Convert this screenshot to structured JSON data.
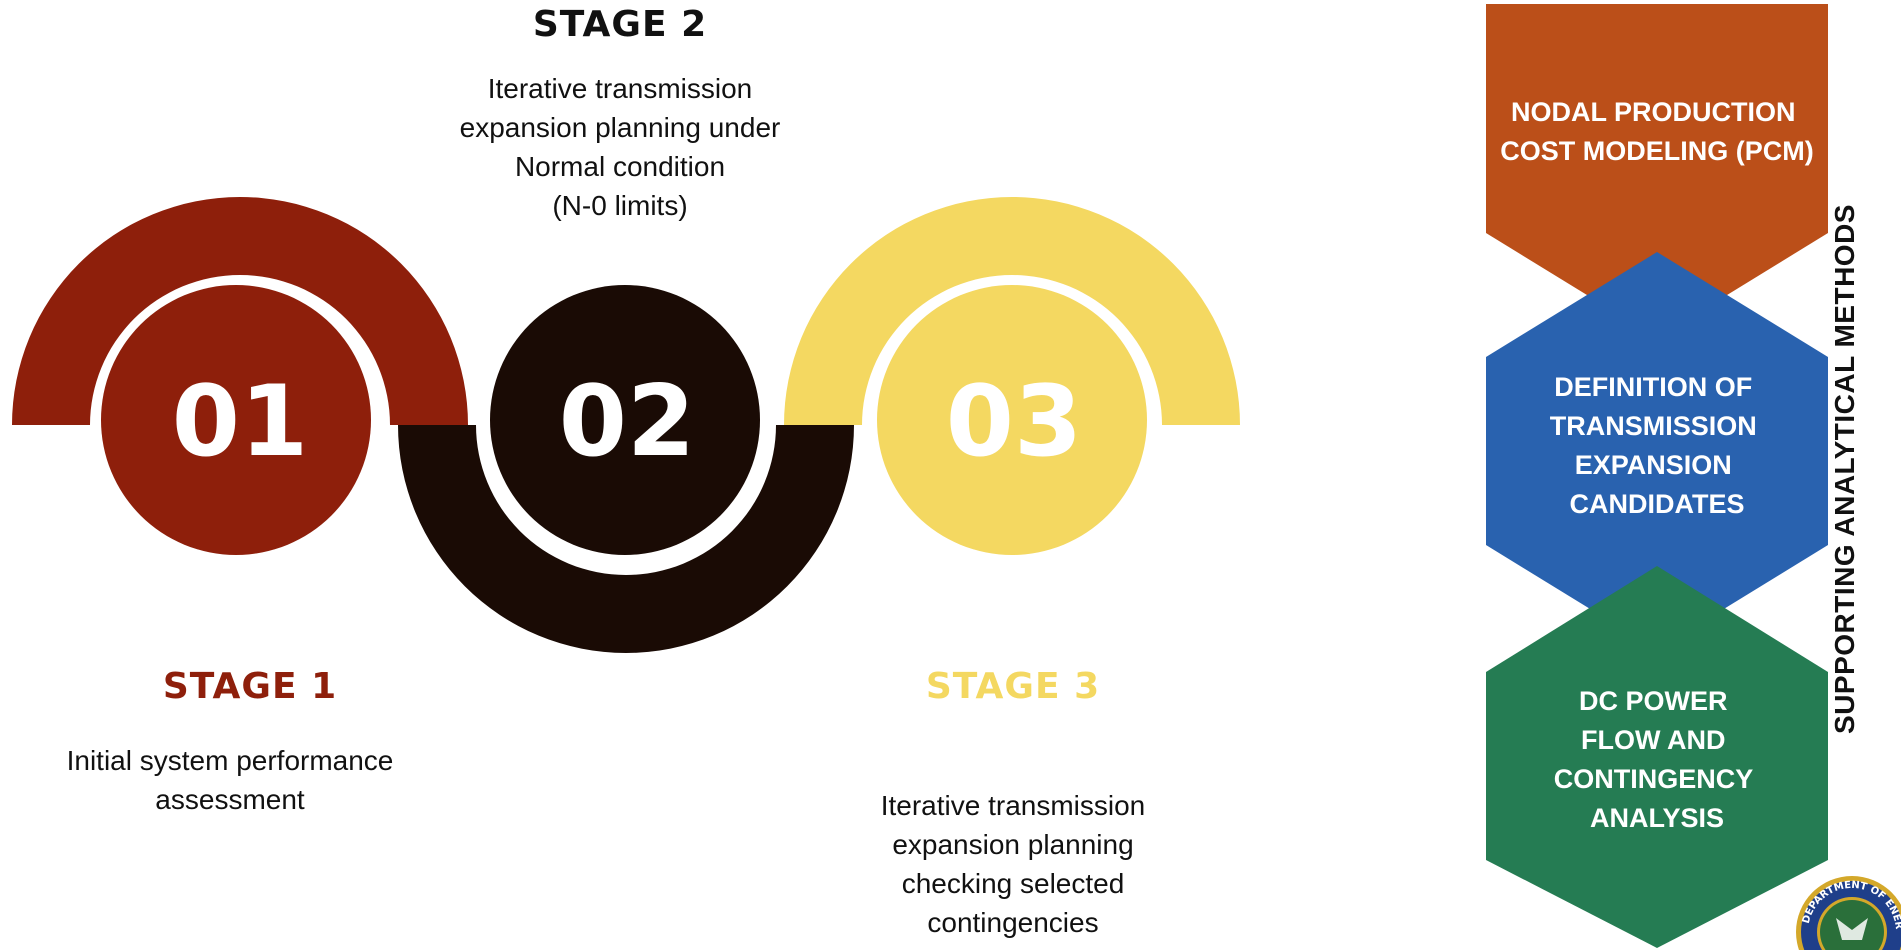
{
  "stages": [
    {
      "title": "STAGE 1",
      "number": "01",
      "description": "Initial system performance\nassessment",
      "color": "#8e1f0b"
    },
    {
      "title": "STAGE 2",
      "number": "02",
      "description": "Iterative transmission\nexpansion planning under\nNormal condition\n(N-0 limits)",
      "color": "#1a0b05"
    },
    {
      "title": "STAGE 3",
      "number": "03",
      "description": "Iterative transmission\nexpansion planning\nchecking selected\ncontingencies",
      "color": "#f4d861"
    }
  ],
  "methods": {
    "label": "SUPPORTING ANALYTICAL METHODS",
    "items": [
      {
        "lines": [
          "NODAL PRODUCTION",
          "COST MODELING (PCM)"
        ],
        "color": "#bb4f19"
      },
      {
        "lines": [
          "DEFINITION OF",
          "TRANSMISSION",
          "EXPANSION",
          "CANDIDATES"
        ],
        "color": "#2962af"
      },
      {
        "lines": [
          "DC POWER",
          "FLOW AND",
          "CONTINGENCY",
          "ANALYSIS"
        ],
        "color": "#257c53"
      }
    ]
  },
  "seal": {
    "text": "DEPARTMENT OF ENERGY",
    "colors": {
      "ring": "#1f3f8a",
      "rim": "#d4a82a",
      "field": "#2a6f3a"
    }
  },
  "colors": {
    "number_text": "#ffffff",
    "stage1_title": "#8e1f0b",
    "stage2_title": "#111111",
    "stage3_title": "#f4d861"
  }
}
